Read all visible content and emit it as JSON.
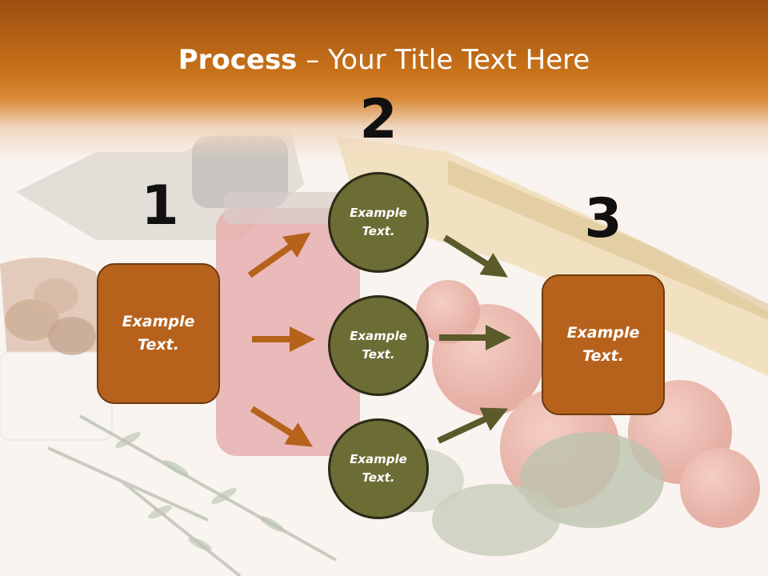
{
  "slide": {
    "title_bold": "Process",
    "title_rest": " – Your Title Text Here",
    "step1_number": "1",
    "step2_number": "2",
    "step3_number": "3",
    "box_left_text": "Example\nText.",
    "box_right_text": "Example\nText.",
    "circle_top_text": "Example\nText.",
    "circle_middle_text": "Example\nText.",
    "circle_bottom_text": "Example\nText."
  },
  "colors": {
    "header_orange": "#c8721a",
    "box_fill": "#b7621c",
    "circle_fill": "#6b6d35",
    "arrow_orange": "#b5621a",
    "arrow_olive": "#5b5a2a"
  }
}
